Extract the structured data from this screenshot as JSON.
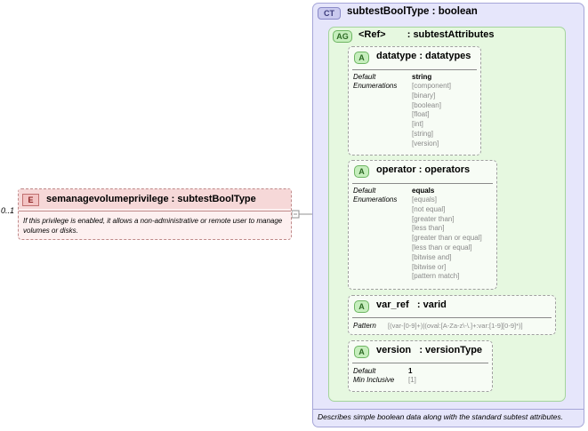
{
  "element": {
    "badge": "E",
    "cardinality": "0..1",
    "name": "semanagevolumeprivilege",
    "type": "subtestBoolType",
    "description": "If this privilege is enabled, it allows a non-administrative or remote user to manage volumes or disks."
  },
  "complex_type": {
    "badge": "CT",
    "name": "subtestBoolType",
    "type": "boolean",
    "description": "Describes simple boolean data along with the standard subtest attributes."
  },
  "attribute_group": {
    "badge": "AG",
    "ref": "<Ref>",
    "name": "subtestAttributes"
  },
  "attributes": [
    {
      "badge": "A",
      "name": "datatype",
      "type": "datatypes",
      "rows": [
        {
          "label": "Default",
          "value": "string"
        },
        {
          "label": "Enumerations",
          "values": [
            "[component]",
            "[binary]",
            "[boolean]",
            "[float]",
            "[int]",
            "[string]",
            "[version]"
          ]
        }
      ]
    },
    {
      "badge": "A",
      "name": "operator",
      "type": "operators",
      "rows": [
        {
          "label": "Default",
          "value": "equals"
        },
        {
          "label": "Enumerations",
          "values": [
            "[equals]",
            "[not equal]",
            "[greater than]",
            "[less than]",
            "[greater than or equal]",
            "[less than or equal]",
            "[bitwise and]",
            "[bitwise or]",
            "[pattern match]"
          ]
        }
      ]
    },
    {
      "badge": "A",
      "name": "var_ref",
      "type": "varid",
      "rows": [
        {
          "label": "Pattern",
          "value": "[(var-[0-9]+)|(oval:[A-Za-z\\-\\.]+:var:[1-9][0-9]*)]"
        }
      ]
    },
    {
      "badge": "A",
      "name": "version",
      "type": "versionType",
      "rows": [
        {
          "label": "Default",
          "value": "1"
        },
        {
          "label": "Min Inclusive",
          "value": "[1]"
        }
      ]
    }
  ],
  "separator": ":",
  "colors": {
    "complex_type_fill": "#e6e6fb",
    "attribute_group_fill": "#e6f8e0",
    "element_fill": "#fdf0f0",
    "element_header": "#f6d8d8"
  }
}
